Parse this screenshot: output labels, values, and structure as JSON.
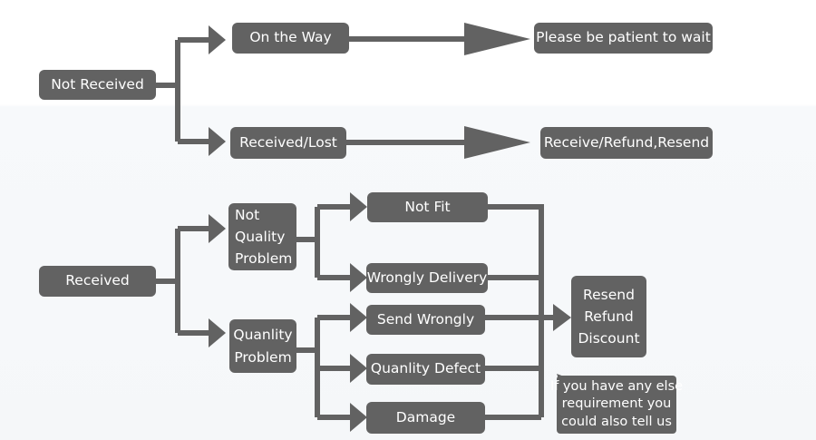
{
  "nodes": {
    "not_received": "Not Received",
    "on_the_way": "On the Way",
    "be_patient": "Please be patient to wait",
    "received_lost": "Received/Lost",
    "receive_refund_resend": "Receive/Refund,Resend",
    "received": "Received",
    "not_quality_problem": [
      "Not",
      "Quality",
      "Problem"
    ],
    "quality_problem": [
      "Quanlity",
      "Problem"
    ],
    "not_fit": "Not Fit",
    "wrongly_delivery": "Wrongly Delivery",
    "send_wrongly": "Send Wrongly",
    "quality_defect": "Quanlity Defect",
    "damage": "Damage",
    "solutions": [
      "Resend",
      "Refund",
      "Discount"
    ],
    "note": [
      "If you have any else",
      "requirement you",
      "could also tell us"
    ]
  },
  "colors": {
    "box": "#626262",
    "text": "#ffffff",
    "line": "#626262"
  }
}
